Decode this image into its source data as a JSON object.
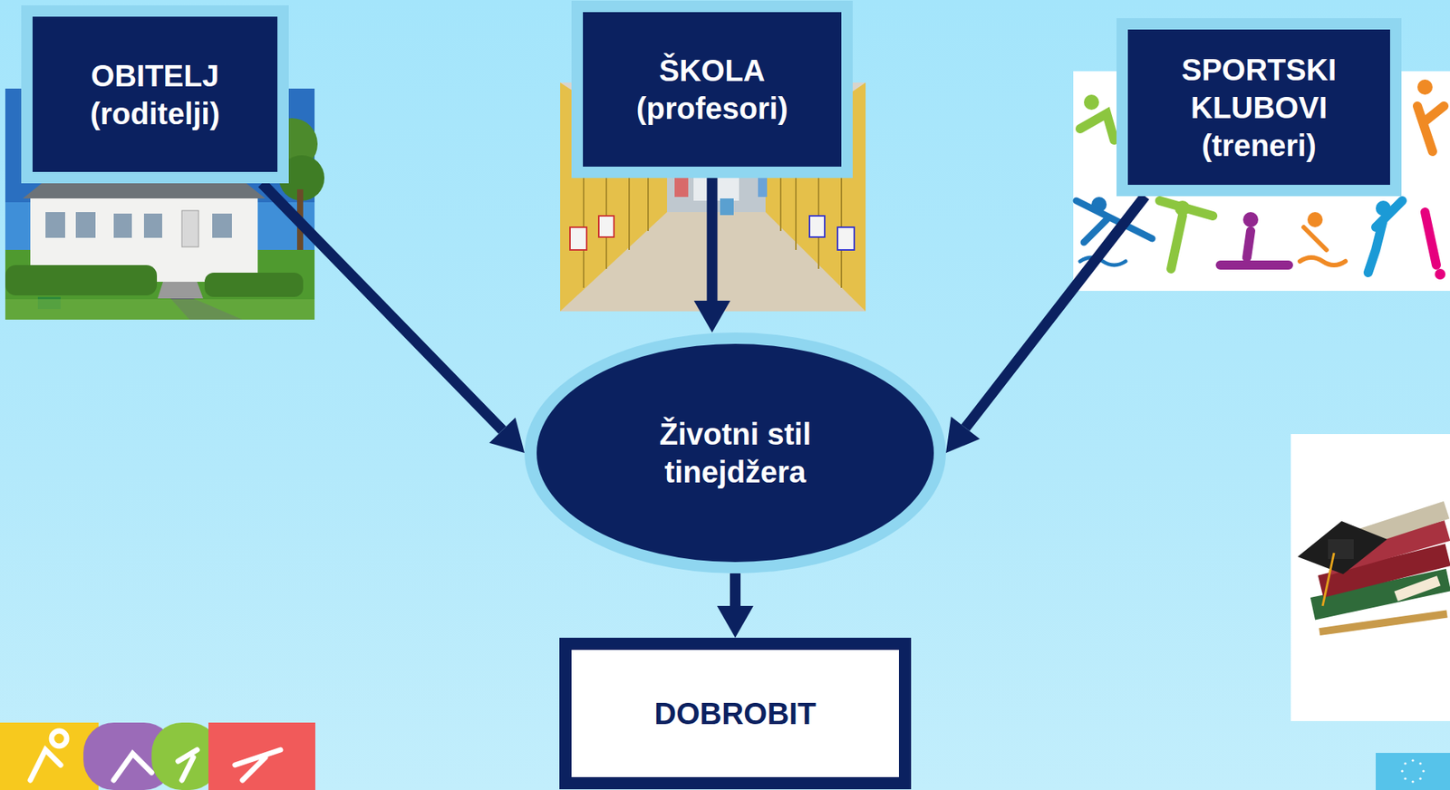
{
  "diagram": {
    "nodes": [
      {
        "text": [
          "OBITELJ (roditelji)"
        ]
      },
      {
        "text": [
          "ŠKOLA (profesori)"
        ]
      },
      {
        "text": [
          "SPORTSKI KLUBOVI (treneri)"
        ]
      },
      {
        "text": [
          "Životni stil tinejdžera"
        ]
      },
      {
        "text": [
          "DOBROBIT"
        ]
      }
    ],
    "edges": [
      {
        "from": 0,
        "to": 3,
        "arrow": "to"
      },
      {
        "from": 1,
        "to": 3,
        "arrow": "to"
      },
      {
        "from": 2,
        "to": 3,
        "arrow": "to"
      },
      {
        "from": 3,
        "to": 4,
        "arrow": "to"
      }
    ]
  }
}
